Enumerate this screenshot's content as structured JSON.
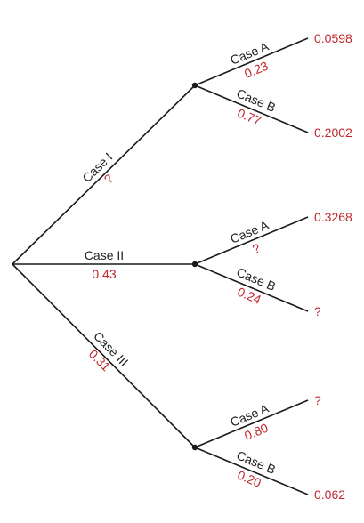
{
  "diagram": {
    "colors": {
      "line": "#1a1a1a",
      "label": "#222222",
      "probability": "#c0272d"
    },
    "first_level": [
      {
        "name": "Case I",
        "probability": "?"
      },
      {
        "name": "Case II",
        "probability": "0.43"
      },
      {
        "name": "Case III",
        "probability": "0.31"
      }
    ],
    "second_level": [
      {
        "parent": "Case I",
        "name": "Case A",
        "probability": "0.23",
        "outcome": "0.0598"
      },
      {
        "parent": "Case I",
        "name": "Case B",
        "probability": "0.77",
        "outcome": "0.2002"
      },
      {
        "parent": "Case II",
        "name": "Case A",
        "probability": "?",
        "outcome": "0.3268"
      },
      {
        "parent": "Case II",
        "name": "Case B",
        "probability": "0.24",
        "outcome": "?"
      },
      {
        "parent": "Case III",
        "name": "Case A",
        "probability": "0.80",
        "outcome": "?"
      },
      {
        "parent": "Case III",
        "name": "Case B",
        "probability": "0.20",
        "outcome": "0.062"
      }
    ]
  }
}
